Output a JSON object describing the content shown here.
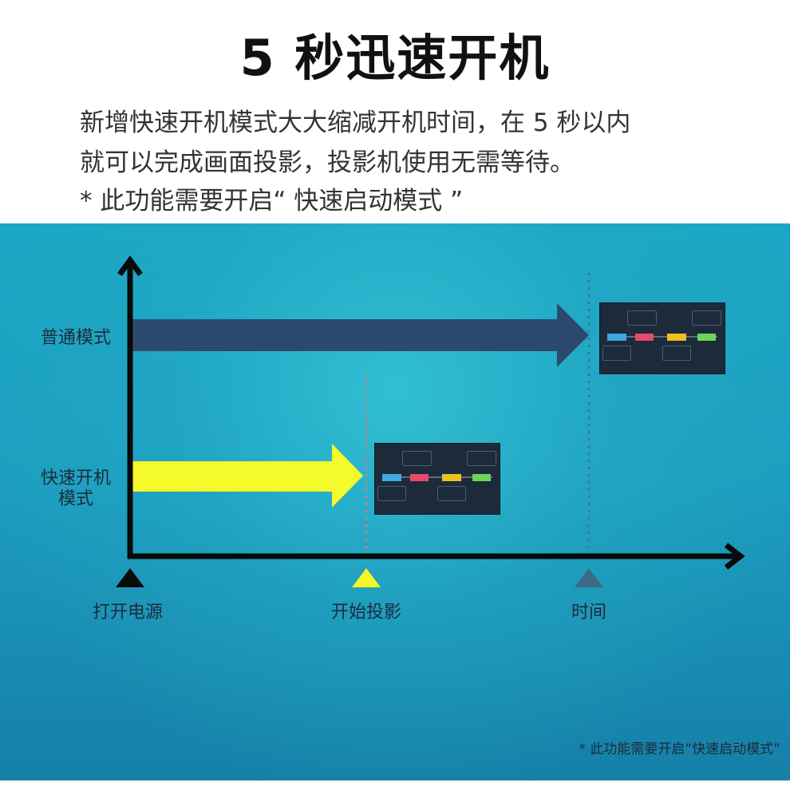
{
  "header": {
    "title": "5 秒迅速开机",
    "desc_line1": "新增快速开机模式大大缩减开机时间，在 5 秒以内",
    "desc_line2": "就可以完成画面投影，投影机使用无需等待。",
    "desc_line3": "* 此功能需要开启“ 快速启动模式 ”"
  },
  "diagram": {
    "row_normal": "普通模式",
    "row_fast_line1": "快速开机",
    "row_fast_line2": "模式",
    "marker_power_on": "打开电源",
    "marker_start_projection": "开始投影",
    "marker_time": "时间",
    "footnote": "* 此功能需要开启“快速启动模式”"
  },
  "colors": {
    "normal_arrow": "#2c4a6e",
    "fast_arrow": "#f5fa2a",
    "axis": "#0a0a0a",
    "marker_power": "#0b0b0b",
    "marker_projection": "#f6f52a",
    "marker_time": "#3d6a86",
    "screen_bg": "#1c2a3a"
  },
  "icons": {
    "axis": "arrow-axis-icon",
    "markers": "triangle-marker-icon",
    "screens": "projected-screen-icon"
  }
}
